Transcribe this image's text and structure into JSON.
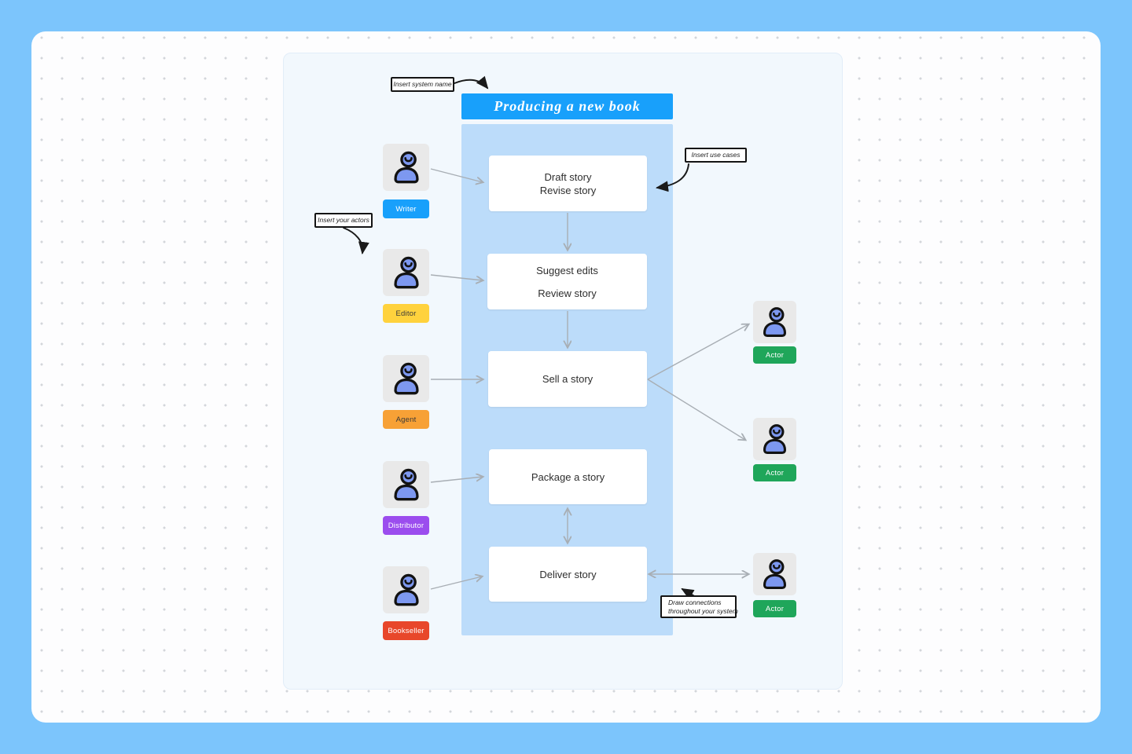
{
  "title_banner": {
    "text": "Producing a new book",
    "color": "#18a0fb"
  },
  "tooltips": {
    "system_name": "Insert system name",
    "use_cases": "Insert use cases",
    "your_actors": "Insert your actors",
    "connections_line1": "Draw connections",
    "connections_line2": "throughout your system"
  },
  "use_cases": [
    {
      "lines": [
        "Draft story",
        "Revise story"
      ]
    },
    {
      "lines": [
        "Suggest edits",
        "Review story"
      ]
    },
    {
      "lines": [
        "Sell a story"
      ]
    },
    {
      "lines": [
        "Package a story"
      ]
    },
    {
      "lines": [
        "Deliver story"
      ]
    }
  ],
  "actors_left": [
    {
      "label": "Writer",
      "color": "#18a0fb",
      "text_color": "#ffffff"
    },
    {
      "label": "Editor",
      "color": "#ffd23d",
      "text_color": "#383838"
    },
    {
      "label": "Agent",
      "color": "#f7a136",
      "text_color": "#383838"
    },
    {
      "label": "Distributor",
      "color": "#9b4dee",
      "text_color": "#ffffff"
    },
    {
      "label": "Bookseller",
      "color": "#e8472a",
      "text_color": "#ffffff"
    }
  ],
  "actors_right": [
    {
      "label": "Actor",
      "color": "#1fa65a",
      "text_color": "#ffffff"
    },
    {
      "label": "Actor",
      "color": "#1fa65a",
      "text_color": "#ffffff"
    },
    {
      "label": "Actor",
      "color": "#1fa65a",
      "text_color": "#ffffff"
    }
  ],
  "icons": {
    "person": "person-avatar-icon"
  },
  "colors": {
    "frame": "#7cc5fc",
    "canvas": "#fdfdfe",
    "panel": "#f2f8fd",
    "system_fill": "#bcdcfa",
    "connector": "#a8aeb4",
    "annotation_ink": "#1a1a1a",
    "avatar_fill": "#7d98f0",
    "avatar_bg": "#e9e9e9"
  }
}
